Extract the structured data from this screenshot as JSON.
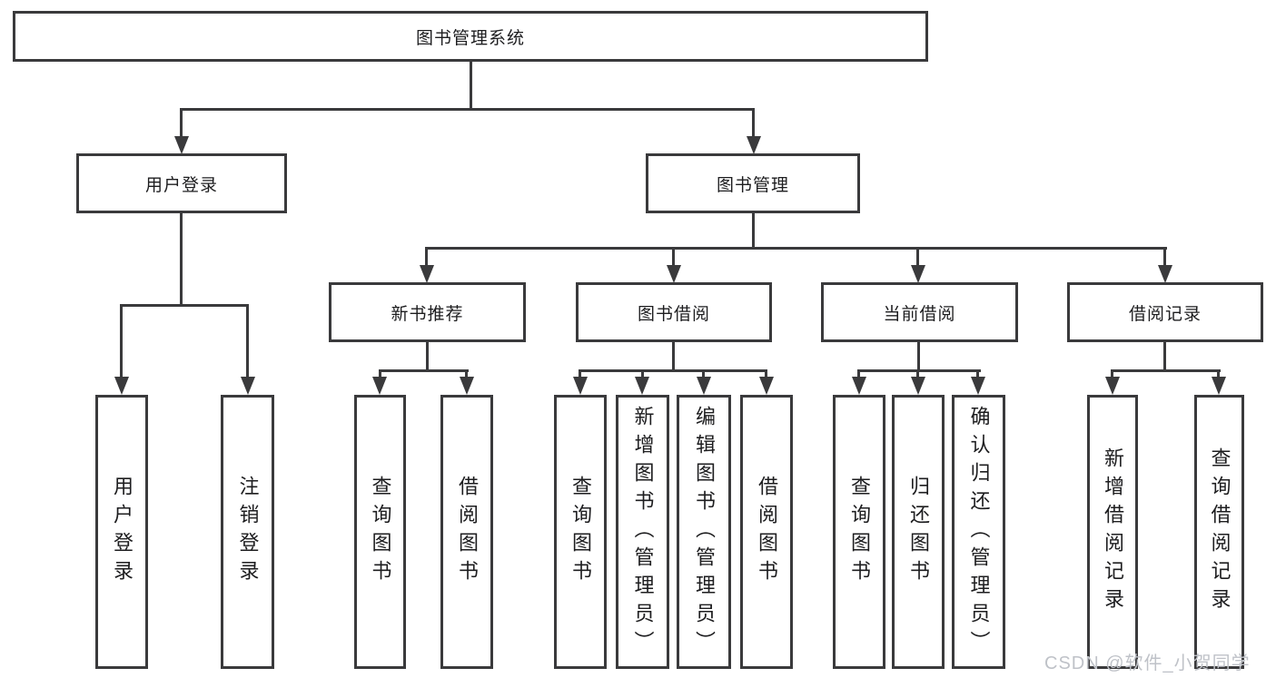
{
  "root": {
    "label": "图书管理系统"
  },
  "level2": [
    {
      "label": "用户登录",
      "children": [
        {
          "label": "用户登录"
        },
        {
          "label": "注销登录"
        }
      ]
    },
    {
      "label": "图书管理",
      "children": [
        {
          "label": "新书推荐",
          "children": [
            {
              "label": "查询图书"
            },
            {
              "label": "借阅图书"
            }
          ]
        },
        {
          "label": "图书借阅",
          "children": [
            {
              "label": "查询图书"
            },
            {
              "label": "新增图书（管理员）"
            },
            {
              "label": "编辑图书（管理员）"
            },
            {
              "label": "借阅图书"
            }
          ]
        },
        {
          "label": "当前借阅",
          "children": [
            {
              "label": "查询图书"
            },
            {
              "label": "归还图书"
            },
            {
              "label": "确认归还（管理员）"
            }
          ]
        },
        {
          "label": "借阅记录",
          "children": [
            {
              "label": "新增借阅记录"
            },
            {
              "label": "查询借阅记录"
            }
          ]
        }
      ]
    }
  ],
  "watermark": "CSDN @软件_小贺同学",
  "colors": {
    "line": "#3a3a3c",
    "text": "#1d1d1f",
    "watermark": "#bfc2c8",
    "background": "#ffffff"
  }
}
